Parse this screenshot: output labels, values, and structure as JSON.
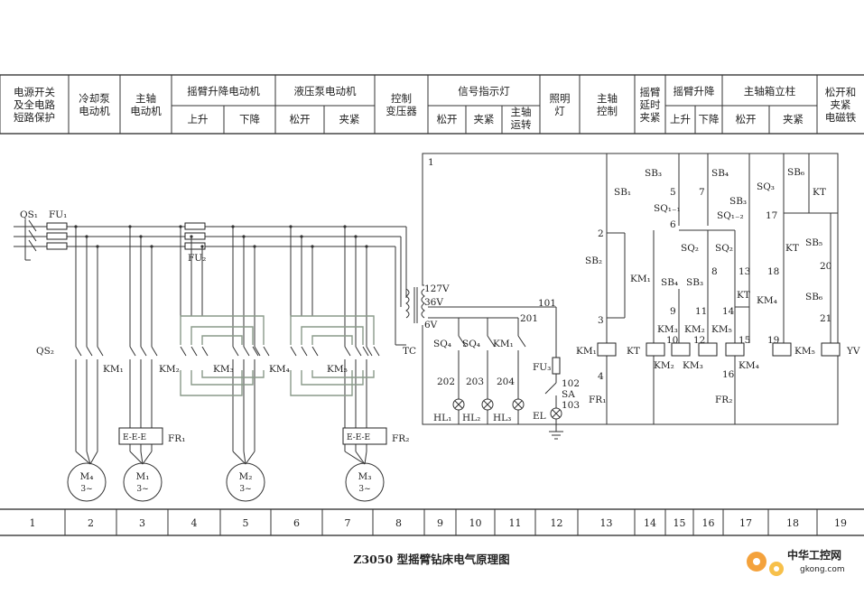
{
  "header": {
    "cells": [
      {
        "lines": [
          "电源开关",
          "及全电路",
          "短路保护"
        ]
      },
      {
        "lines": [
          "冷却泵",
          "电动机"
        ]
      },
      {
        "lines": [
          "主轴",
          "电动机"
        ]
      },
      {
        "top": "摇臂升降电动机",
        "subs": [
          "上升",
          "下降"
        ]
      },
      {
        "top": "液压泵电动机",
        "subs": [
          "松开",
          "夹紧"
        ]
      },
      {
        "lines": [
          "控制",
          "变压器"
        ]
      },
      {
        "top": "信号指示灯",
        "subs": [
          "松开",
          "夹紧",
          "主轴\n运转"
        ]
      },
      {
        "lines": [
          "照明",
          "灯"
        ]
      },
      {
        "lines": [
          "主轴",
          "控制"
        ]
      },
      {
        "lines": [
          "摇臂",
          "延时",
          "夹紧"
        ]
      },
      {
        "top": "摇臂升降",
        "subs": [
          "上升",
          "下降"
        ]
      },
      {
        "top": "主轴箱立柱",
        "subs": [
          "松开",
          "夹紧"
        ]
      },
      {
        "lines": [
          "松开和",
          "夹紧",
          "电磁铁"
        ]
      }
    ]
  },
  "columns": [
    "1",
    "2",
    "3",
    "4",
    "5",
    "6",
    "7",
    "8",
    "9",
    "10",
    "11",
    "12",
    "13",
    "14",
    "15",
    "16",
    "17",
    "18",
    "19"
  ],
  "title": "Z3050 型摇臂钻床电气原理图",
  "watermark": {
    "brand": "中华工控网",
    "url": "gkong.com"
  },
  "labels": {
    "QS1": "QS₁",
    "FU1": "FU₁",
    "FU2": "FU₂",
    "QS2": "QS₂",
    "KM1": "KM₁",
    "KM2": "KM₂",
    "KM3": "KM₃",
    "KM4": "KM₄",
    "KM5": "KM₅",
    "FR1": "FR₁",
    "FR2": "FR₂",
    "M4": "M₄",
    "M1": "M₁",
    "M2": "M₂",
    "M3": "M₃",
    "phase": "3~",
    "TC": "TC",
    "v127": "127V",
    "v36": "36V",
    "v6": "6V",
    "n1": "1",
    "n101": "101",
    "n201": "201",
    "n202": "202",
    "n203": "203",
    "n204": "204",
    "n102": "102",
    "n103": "103",
    "FU3": "FU₃",
    "SA": "SA",
    "EL": "EL",
    "SQ4": "SQ₄",
    "HL1": "HL₁",
    "HL2": "HL₂",
    "HL3": "HL₃",
    "SB1": "SB₁",
    "SB2": "SB₂",
    "SB3": "SB₃",
    "SB4": "SB₄",
    "SB5": "SB₅",
    "SB6": "SB₆",
    "SQ1_1": "SQ₁₋₁",
    "SQ1_2": "SQ₁₋₂",
    "SQ2": "SQ₂",
    "SQ3": "SQ₃",
    "KT": "KT",
    "YV": "YV",
    "n2": "2",
    "n3": "3",
    "n4": "4",
    "n5": "5",
    "n6": "6",
    "n7": "7",
    "n8": "8",
    "n9": "9",
    "n10": "10",
    "n11": "11",
    "n12": "12",
    "n13": "13",
    "n14": "14",
    "n15": "15",
    "n16": "16",
    "n17": "17",
    "n18": "18",
    "n19": "19",
    "n20": "20",
    "n21": "21"
  }
}
